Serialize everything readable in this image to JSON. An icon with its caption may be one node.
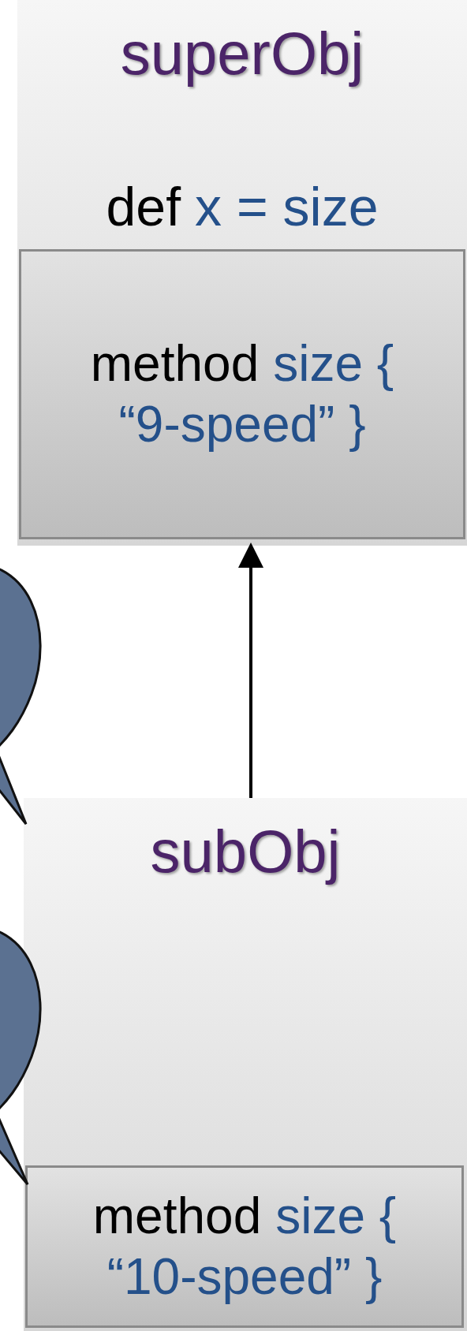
{
  "diagram": {
    "nodes": [
      {
        "text": [
          "superObj",
          "def",
          "x = size"
        ]
      },
      {
        "text": [
          "method",
          "size {",
          "“9-speed” }"
        ],
        "in": 0
      },
      {
        "text": [
          "subObj"
        ]
      },
      {
        "text": [
          "method",
          "size {",
          "“10-speed” }"
        ],
        "in": 2
      }
    ],
    "edges": [
      {
        "from": 2,
        "to": 0,
        "arrow": "to"
      }
    ]
  }
}
